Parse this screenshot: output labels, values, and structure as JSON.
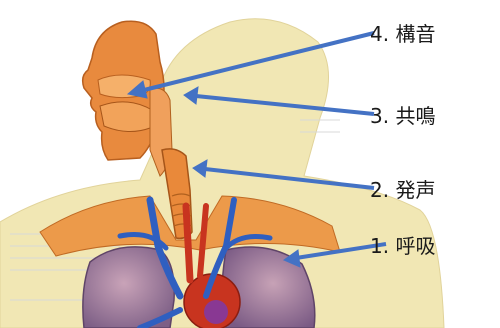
{
  "labels": [
    {
      "id": "articulation",
      "text": "4. 構音"
    },
    {
      "id": "resonance",
      "text": "3. 共鳴"
    },
    {
      "id": "phonation",
      "text": "2. 発声"
    },
    {
      "id": "respiration",
      "text": "1. 呼吸"
    }
  ],
  "colors": {
    "arrow": "#4472c4",
    "label_text": "#1a1a1a",
    "skin": "#f1e7b4",
    "organ": "#e8893e",
    "lung": "#9b7a9a",
    "vessel_blue": "#2f5fc0",
    "vessel_red": "#c8341f"
  }
}
